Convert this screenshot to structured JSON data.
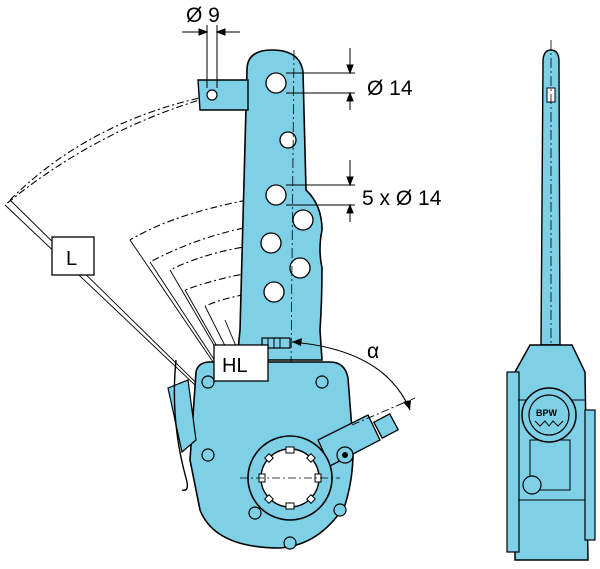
{
  "labels": {
    "pin_diameter": "Ø 9",
    "hole_diameter": "Ø 14",
    "holes_count": "5 x Ø 14",
    "lever_length": "L",
    "lever_length_hl": "HL",
    "angle": "α",
    "brand_mark": "BPW"
  },
  "colors": {
    "body": "#7dd0e6",
    "stroke": "#000000",
    "background": "#ffffff"
  },
  "icons": {
    "brand_emblem": "bpw-emblem-icon"
  }
}
